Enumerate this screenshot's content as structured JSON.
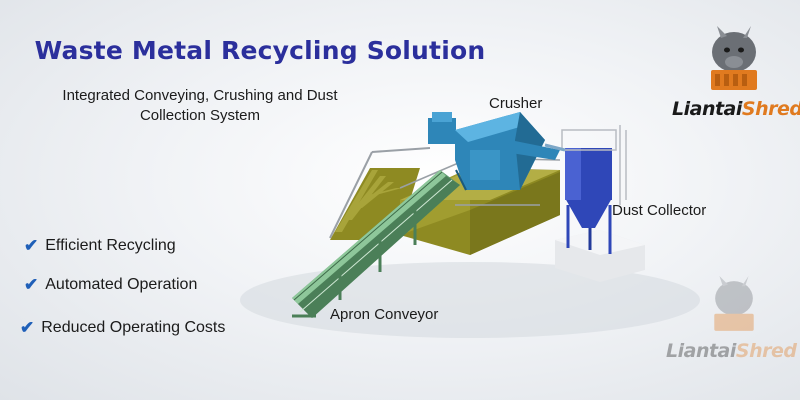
{
  "title": "Waste Metal Recycling Solution",
  "subtitle_line1": "Integrated Conveying, Crushing and Dust",
  "subtitle_line2": "Collection System",
  "features": [
    {
      "label": "Efficient Recycling",
      "icon": "checkmark-icon"
    },
    {
      "label": "Automated Operation",
      "icon": "checkmark-icon"
    },
    {
      "label": "Reduced Operating Costs",
      "icon": "checkmark-icon"
    }
  ],
  "check_glyph": "✔",
  "callouts": {
    "crusher": "Crusher",
    "dust_collector": "Dust Collector",
    "apron_conveyor": "Apron Conveyor"
  },
  "logo": {
    "brand_part1": "Liantai",
    "brand_part2": "Shred",
    "icon": "rhino-mascot-icon"
  },
  "colors": {
    "title": "#2b2f9c",
    "check": "#1f5fb8",
    "conveyor": "#5e9a6e",
    "platform": "#8e8a22",
    "crusher": "#2e86b8",
    "dust_collector": "#2f47b8",
    "brand_orange": "#e07a1f"
  }
}
